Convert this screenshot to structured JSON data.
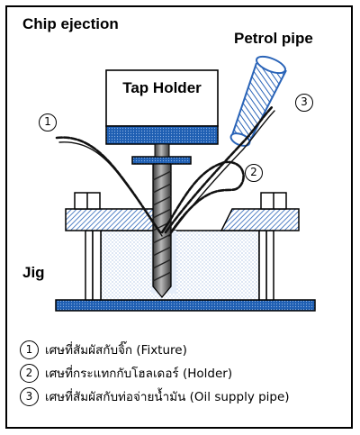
{
  "title": "Chip ejection",
  "labels": {
    "petrol_pipe": "Petrol pipe",
    "tap_holder": "Tap Holder",
    "jig": "Jig"
  },
  "callouts": {
    "c1": "1",
    "c2": "2",
    "c3": "3"
  },
  "legend": [
    {
      "num": "1",
      "text": "เศษที่สัมผัสกับจิ๊ก (Fixture)"
    },
    {
      "num": "2",
      "text": "เศษที่กระแทกกับโฮลเดอร์ (Holder)"
    },
    {
      "num": "3",
      "text": "เศษที่สัมผัสกับท่อจ่ายน้ำมัน (Oil supply pipe)"
    }
  ],
  "colors": {
    "blue_part": "#1f5fb3",
    "hatch": "#2a64b8",
    "jig_dots": "#5a88c9",
    "outline": "#000000"
  }
}
